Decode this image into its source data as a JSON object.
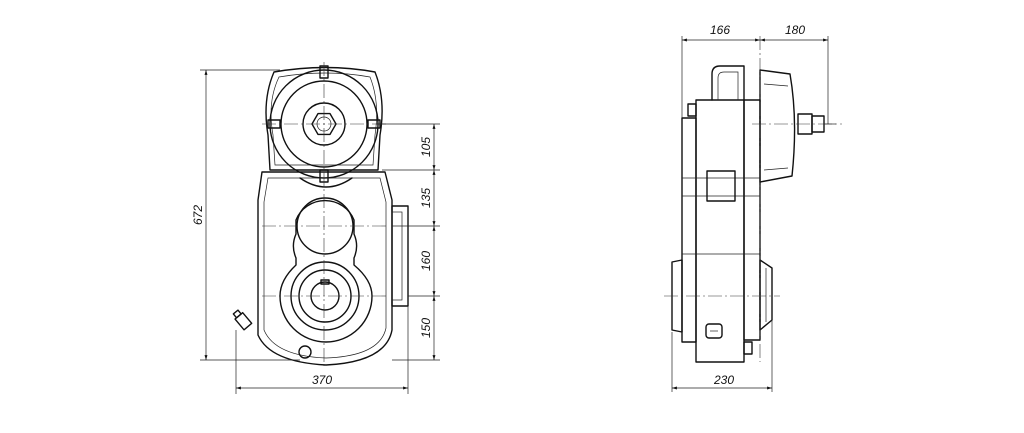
{
  "drawing": {
    "front_view": {
      "dim_overall_height": "672",
      "dim_width": "370",
      "dim_105": "105",
      "dim_135": "135",
      "dim_160": "160",
      "dim_150": "150"
    },
    "side_view": {
      "dim_166": "166",
      "dim_180": "180",
      "dim_230": "230"
    }
  }
}
